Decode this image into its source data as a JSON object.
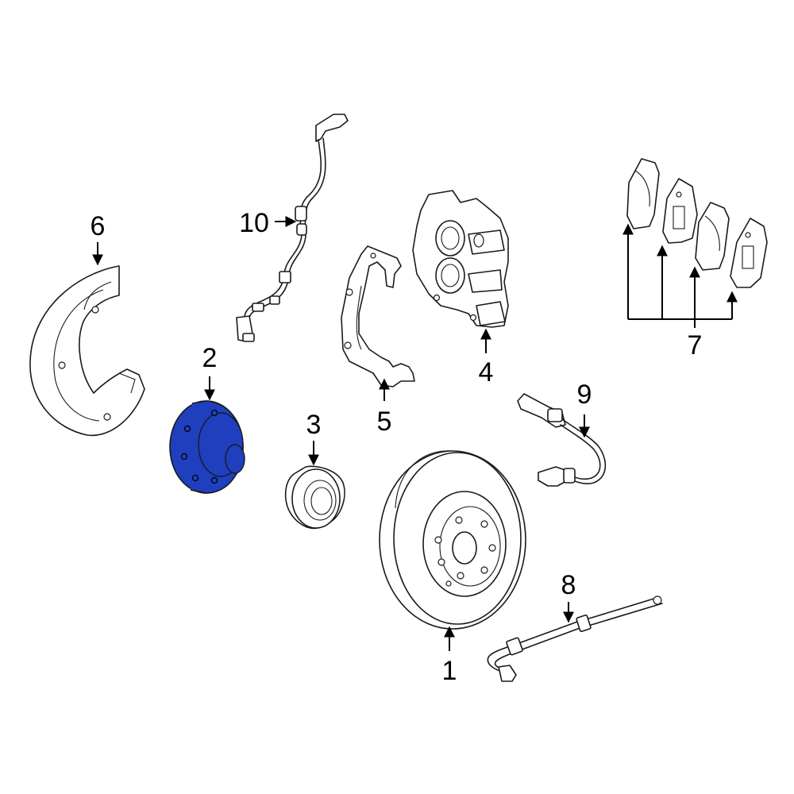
{
  "highlight_color": "#1f3fbf",
  "callouts": [
    {
      "id": "1",
      "label": "1"
    },
    {
      "id": "2",
      "label": "2"
    },
    {
      "id": "3",
      "label": "3"
    },
    {
      "id": "4",
      "label": "4"
    },
    {
      "id": "5",
      "label": "5"
    },
    {
      "id": "6",
      "label": "6"
    },
    {
      "id": "7",
      "label": "7"
    },
    {
      "id": "8",
      "label": "8"
    },
    {
      "id": "9",
      "label": "9"
    },
    {
      "id": "10",
      "label": "10"
    }
  ]
}
